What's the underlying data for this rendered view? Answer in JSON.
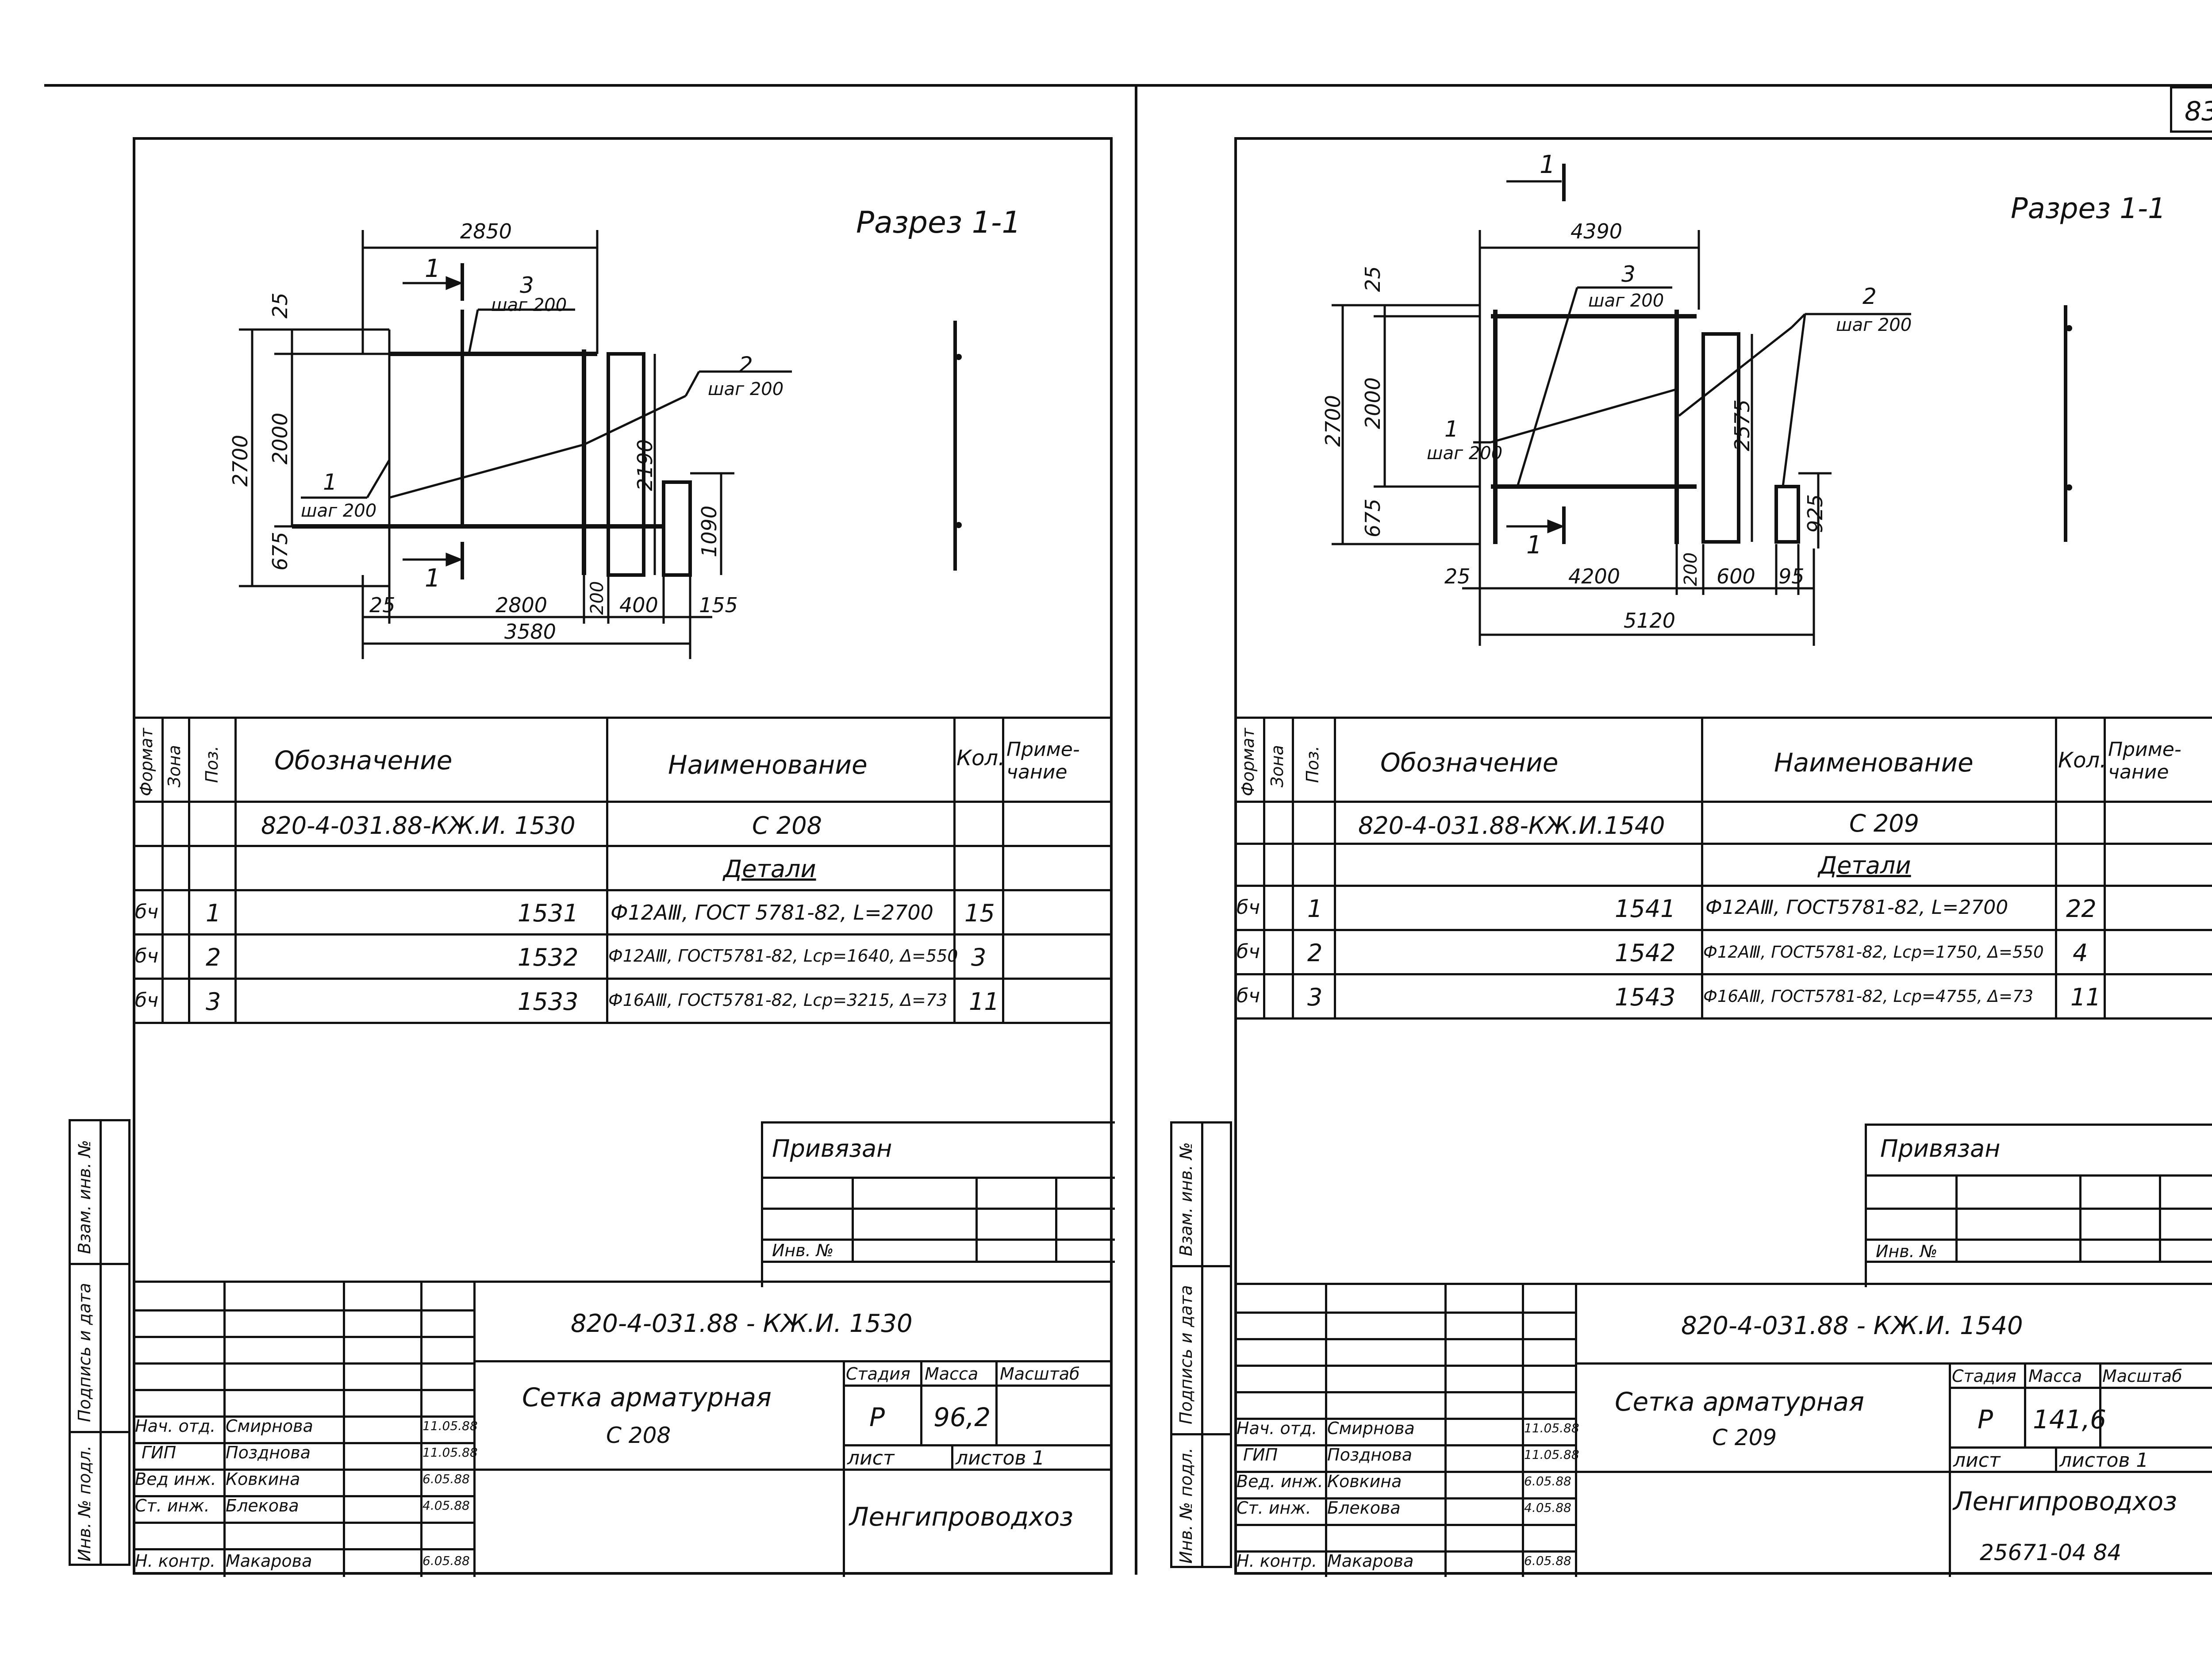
{
  "page_number": "83",
  "side_stamp": {
    "vzam_inv": "Взам. инв. №",
    "podpis_data": "Подпись и дата",
    "inv_podl": "Инв. № подл."
  },
  "sheets": [
    {
      "section_title": "Разрез 1-1",
      "section_mark": "1",
      "dims": {
        "top": "2850",
        "left_total": "2700",
        "left_upper": "2000",
        "left_small": "25",
        "left_lower": "675",
        "mid_height": "2190",
        "right_height": "1090",
        "bottom_a": "25",
        "bottom_b": "2800",
        "bottom_c": "200",
        "bottom_d": "400",
        "bottom_e": "155",
        "bottom_total": "3580"
      },
      "callouts": [
        {
          "pos": "3",
          "step": "шаг 200"
        },
        {
          "pos": "2",
          "step": "шаг 200"
        },
        {
          "pos": "1",
          "step": "шаг 200"
        }
      ],
      "spec": {
        "headers": {
          "format": "Формат",
          "zone": "Зона",
          "pos": "Поз.",
          "designation": "Обозначение",
          "name": "Наименование",
          "qty": "Кол.",
          "note": "Приме-чание"
        },
        "assembly": {
          "designation": "820-4-031.88-КЖ.И. 1530",
          "name": "С 208"
        },
        "details_label": "Детали",
        "rows": [
          {
            "format": "бч",
            "pos": "1",
            "designation": "1531",
            "name": "Ф12АⅢ, ГОСТ 5781-82, L=2700",
            "qty": "15"
          },
          {
            "format": "бч",
            "pos": "2",
            "designation": "1532",
            "name": "Ф12АⅢ, ГОСТ5781-82, Lср=1640, Δ=550",
            "qty": "3"
          },
          {
            "format": "бч",
            "pos": "3",
            "designation": "1533",
            "name": "Ф16АⅢ, ГОСТ5781-82, Lср=3215, Δ=73",
            "qty": "11"
          }
        ]
      },
      "privyazan": "Привязан",
      "inv_no": "Инв. №",
      "title_block": {
        "code": "820-4-031.88 - КЖ.И. 1530",
        "name_line1": "Сетка арматурная",
        "name_line2": "С 208",
        "stage_label": "Стадия",
        "mass_label": "Масса",
        "scale_label": "Масштаб",
        "stage": "Р",
        "mass": "96,2",
        "sheet_label": "лист",
        "sheets_label": "листов 1",
        "org": "Ленгипроводхоз",
        "people": [
          {
            "role": "Нач. отд.",
            "name": "Смирнова",
            "date": "11.05.88"
          },
          {
            "role": "ГИП",
            "name": "Позднова",
            "date": "11.05.88"
          },
          {
            "role": "Вед инж.",
            "name": "Ковкина",
            "date": "6.05.88"
          },
          {
            "role": "Ст. инж.",
            "name": "Блекова",
            "date": "4.05.88"
          },
          {
            "role": "Н. контр.",
            "name": "Макарова",
            "date": "6.05.88"
          }
        ]
      }
    },
    {
      "section_title": "Разрез 1-1",
      "section_mark": "1",
      "dims": {
        "top": "4390",
        "left_total": "2700",
        "left_upper": "2000",
        "left_small": "25",
        "left_lower": "675",
        "mid_height": "2575",
        "right_height": "925",
        "bottom_a": "25",
        "bottom_b": "4200",
        "bottom_c": "200",
        "bottom_d": "600",
        "bottom_e": "95",
        "bottom_total": "5120"
      },
      "callouts": [
        {
          "pos": "3",
          "step": "шаг 200"
        },
        {
          "pos": "2",
          "step": "шаг 200"
        },
        {
          "pos": "1",
          "step": "шаг 200"
        }
      ],
      "spec": {
        "headers": {
          "format": "Формат",
          "zone": "Зона",
          "pos": "Поз.",
          "designation": "Обозначение",
          "name": "Наименование",
          "qty": "Кол.",
          "note": "Приме-чание"
        },
        "assembly": {
          "designation": "820-4-031.88-КЖ.И.1540",
          "name": "С 209"
        },
        "details_label": "Детали",
        "rows": [
          {
            "format": "бч",
            "pos": "1",
            "designation": "1541",
            "name": "Ф12АⅢ, ГОСТ5781-82, L=2700",
            "qty": "22"
          },
          {
            "format": "бч",
            "pos": "2",
            "designation": "1542",
            "name": "Ф12АⅢ, ГОСТ5781-82, Lср=1750, Δ=550",
            "qty": "4"
          },
          {
            "format": "бч",
            "pos": "3",
            "designation": "1543",
            "name": "Ф16АⅢ, ГОСТ5781-82, Lср=4755, Δ=73",
            "qty": "11"
          }
        ]
      },
      "privyazan": "Привязан",
      "inv_no": "Инв. №",
      "title_block": {
        "code": "820-4-031.88 - КЖ.И. 1540",
        "name_line1": "Сетка арматурная",
        "name_line2": "С 209",
        "stage_label": "Стадия",
        "mass_label": "Масса",
        "scale_label": "Масштаб",
        "stage": "Р",
        "mass": "141,6",
        "sheet_label": "лист",
        "sheets_label": "листов 1",
        "org": "Ленгипроводхоз",
        "doc_number": "25671-04 84",
        "people": [
          {
            "role": "Нач. отд.",
            "name": "Смирнова",
            "date": "11.05.88"
          },
          {
            "role": "ГИП",
            "name": "Позднова",
            "date": "11.05.88"
          },
          {
            "role": "Вед. инж.",
            "name": "Ковкина",
            "date": "6.05.88"
          },
          {
            "role": "Ст. инж.",
            "name": "Блекова",
            "date": "4.05.88"
          },
          {
            "role": "Н. контр.",
            "name": "Макарова",
            "date": "6.05.88"
          }
        ]
      }
    }
  ]
}
